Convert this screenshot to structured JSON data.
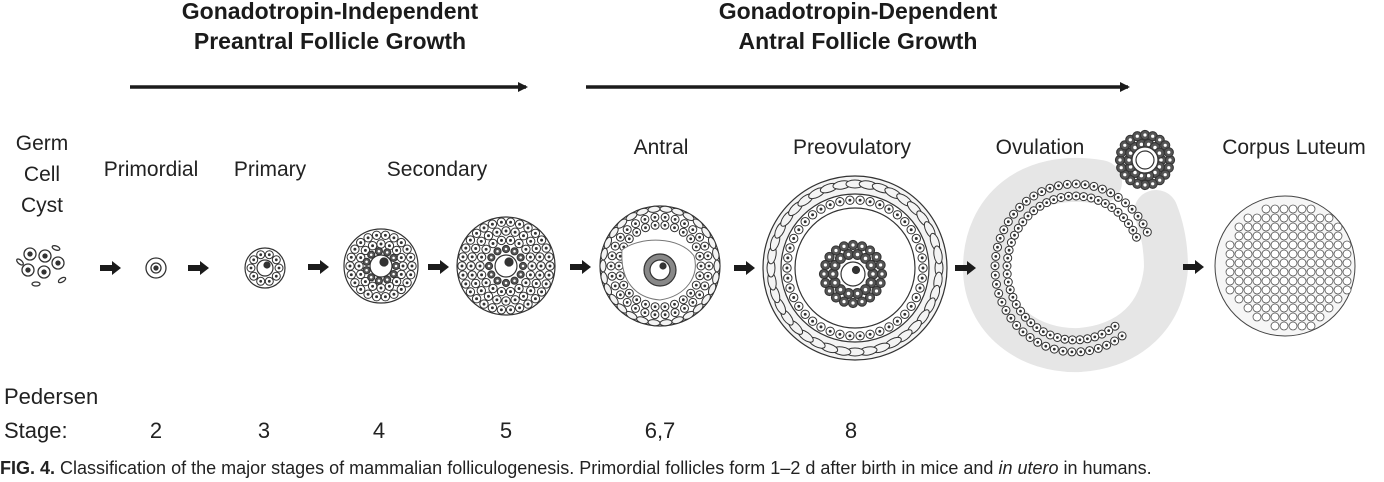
{
  "phases": {
    "independent": {
      "line1": "Gonadotropin-Independent",
      "line2": "Preantral Follicle Growth"
    },
    "dependent": {
      "line1": "Gonadotropin-Dependent",
      "line2": "Antral Follicle Growth"
    }
  },
  "stages": {
    "germ_cell_cyst": {
      "line1": "Germ",
      "line2": "Cell",
      "line3": "Cyst"
    },
    "primordial": "Primordial",
    "primary": "Primary",
    "secondary": "Secondary",
    "antral": "Antral",
    "preovulatory": "Preovulatory",
    "ovulation": "Ovulation",
    "corpus_luteum": "Corpus Luteum"
  },
  "pedersen": {
    "line1": "Pedersen",
    "line2": "Stage:",
    "numbers": [
      "2",
      "3",
      "4",
      "5",
      "6,7",
      "8"
    ]
  },
  "caption": {
    "fig_label": "FIG. 4.",
    "text_before": "Classification of the major stages of mammalian folliculogenesis. Primordial follicles form 1–2 d after birth in mice and",
    "italic": "in utero",
    "text_after": "in humans."
  },
  "colors": {
    "ink": "#1b1b1b",
    "granulosa_dark": "#3d3d3d",
    "theca": "#f2f2f2"
  }
}
